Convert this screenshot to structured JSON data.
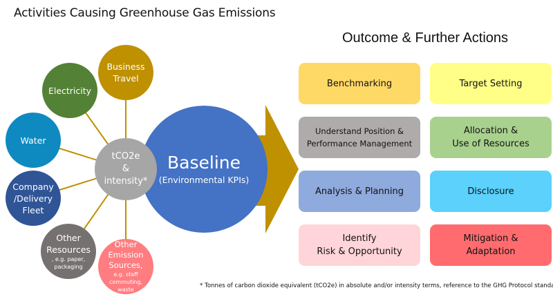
{
  "left_title": "Activities Causing Greenhouse Gas Emissions",
  "right_title": "Outcome & Further Actions",
  "hub": {
    "line1": "tCO2e",
    "line2": "&",
    "line3": "intensity*",
    "color": "#a6a6a6"
  },
  "baseline": {
    "title": "Baseline",
    "subtitle": "(Environmental KPIs)",
    "color": "#4472c4"
  },
  "arrow_color": "#bf9000",
  "connector_color": "#bf9000",
  "activities": [
    {
      "id": "business-travel",
      "lines": [
        "Business",
        "Travel"
      ],
      "sub": [],
      "color": "#bf9000"
    },
    {
      "id": "electricity",
      "lines": [
        "Electricity"
      ],
      "sub": [],
      "color": "#538135"
    },
    {
      "id": "water",
      "lines": [
        "Water"
      ],
      "sub": [],
      "color": "#0e8ac0"
    },
    {
      "id": "company-delivery-fleet",
      "lines": [
        "Company",
        "/Delivery",
        "Fleet"
      ],
      "sub": [],
      "color": "#2f5597"
    },
    {
      "id": "other-resources",
      "lines": [
        "Other",
        "Resources"
      ],
      "sub": [
        ", e.g. paper,",
        "packaging"
      ],
      "color": "#767171"
    },
    {
      "id": "other-emission-sources",
      "lines": [
        "Other",
        "Emission",
        "Sources,"
      ],
      "sub": [
        "e.g. staff",
        "commuting,",
        "waste"
      ],
      "color": "#ff7c80"
    }
  ],
  "outcomes": [
    {
      "label_lines": [
        "Benchmarking"
      ],
      "color": "#ffd966"
    },
    {
      "label_lines": [
        "Target Setting"
      ],
      "color": "#ffff88"
    },
    {
      "label_lines": [
        "Understand Position &",
        "Performance Management"
      ],
      "color": "#afabab"
    },
    {
      "label_lines": [
        "Allocation &",
        "Use of Resources"
      ],
      "color": "#a9d18e"
    },
    {
      "label_lines": [
        "Analysis & Planning"
      ],
      "color": "#8faadc"
    },
    {
      "label_lines": [
        "Disclosure"
      ],
      "color": "#5bd1fb"
    },
    {
      "label_lines": [
        "Identify",
        "Risk & Opportunity"
      ],
      "color": "#ffd5d9"
    },
    {
      "label_lines": [
        "Mitigation &",
        "Adaptation"
      ],
      "color": "#ff6b6e"
    }
  ],
  "footnote": "* Tonnes of carbon dioxide equivalent (tCO2e) in absolute and/or intensity terms, reference to the GHG Protocol standard"
}
